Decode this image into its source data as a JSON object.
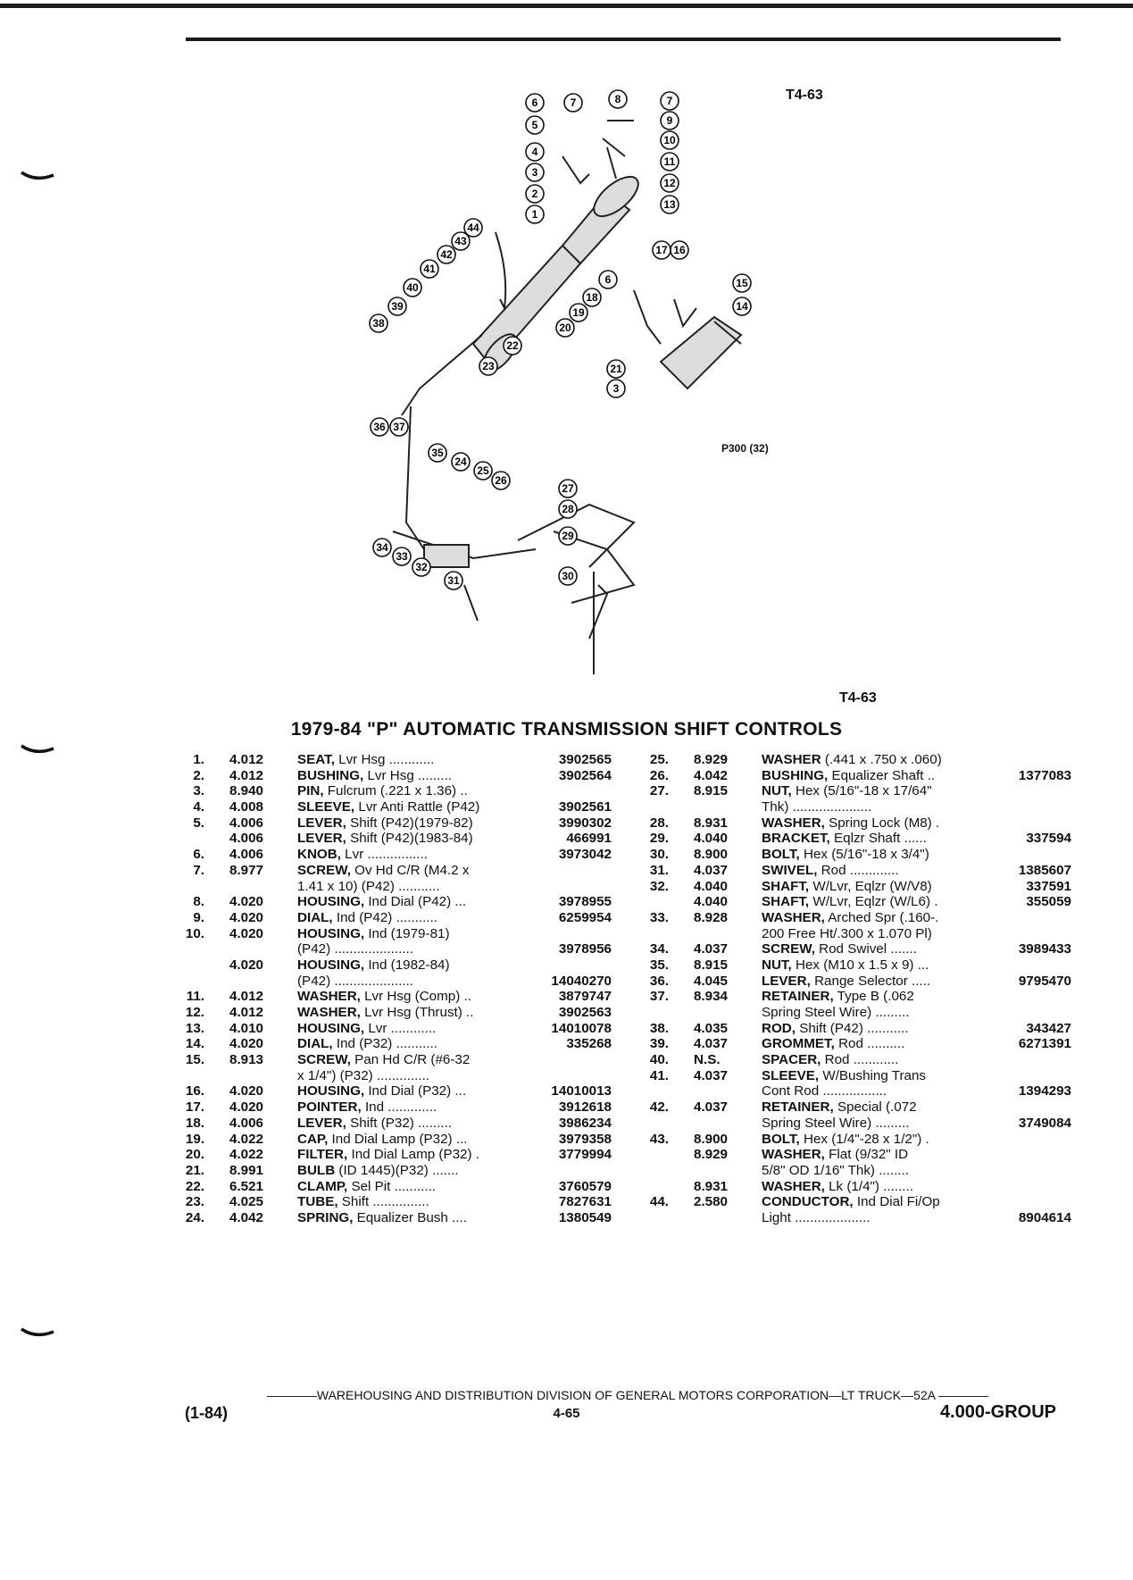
{
  "figure": {
    "label_top": "T4-63",
    "label_bottom": "T4-63",
    "sub_caption": "P300 (32)",
    "callouts": [
      "1",
      "2",
      "3",
      "4",
      "5",
      "6",
      "7",
      "7",
      "8",
      "9",
      "10",
      "11",
      "12",
      "13",
      "14",
      "15",
      "16",
      "17",
      "18",
      "19",
      "20",
      "21",
      "3",
      "6",
      "22",
      "23",
      "24",
      "25",
      "26",
      "27",
      "28",
      "29",
      "30",
      "31",
      "32",
      "33",
      "34",
      "35",
      "36",
      "37",
      "38",
      "39",
      "40",
      "41",
      "42",
      "43",
      "44"
    ]
  },
  "title": "1979-84 \"P\" AUTOMATIC TRANSMISSION SHIFT CONTROLS",
  "parts_left": [
    {
      "num": "1.",
      "group": "4.012",
      "name": "SEAT,",
      "detail": " Lvr Hsg ............",
      "pn": "3902565"
    },
    {
      "num": "2.",
      "group": "4.012",
      "name": "BUSHING,",
      "detail": " Lvr Hsg .........",
      "pn": "3902564"
    },
    {
      "num": "3.",
      "group": "8.940",
      "name": "PIN,",
      "detail": " Fulcrum (.221 x 1.36)  ..",
      "pn": ""
    },
    {
      "num": "4.",
      "group": "4.008",
      "name": "SLEEVE,",
      "detail": " Lvr Anti Rattle (P42)",
      "pn": "3902561"
    },
    {
      "num": "5.",
      "group": "4.006",
      "name": "LEVER,",
      "detail": " Shift (P42)(1979-82)",
      "pn": "3990302"
    },
    {
      "num": "",
      "group": "4.006",
      "name": "LEVER,",
      "detail": " Shift (P42)(1983-84)",
      "pn": "466991"
    },
    {
      "num": "6.",
      "group": "4.006",
      "name": "KNOB,",
      "detail": " Lvr ................",
      "pn": "3973042"
    },
    {
      "num": "7.",
      "group": "8.977",
      "name": "SCREW,",
      "detail": " Ov Hd C/R (M4.2 x",
      "pn": ""
    },
    {
      "num": "",
      "group": "",
      "name": "",
      "detail": "1.41 x 10) (P42) ...........",
      "pn": ""
    },
    {
      "num": "8.",
      "group": "4.020",
      "name": "HOUSING,",
      "detail": " Ind Dial (P42)  ...",
      "pn": "3978955"
    },
    {
      "num": "9.",
      "group": "4.020",
      "name": "DIAL,",
      "detail": " Ind (P42)  ...........",
      "pn": "6259954"
    },
    {
      "num": "10.",
      "group": "4.020",
      "name": "HOUSING,",
      "detail": " Ind (1979-81)",
      "pn": ""
    },
    {
      "num": "",
      "group": "",
      "name": "",
      "detail": "(P42)  .....................",
      "pn": "3978956"
    },
    {
      "num": "",
      "group": "4.020",
      "name": "HOUSING,",
      "detail": " Ind (1982-84)",
      "pn": ""
    },
    {
      "num": "",
      "group": "",
      "name": "",
      "detail": "(P42)  .....................",
      "pn": "14040270"
    },
    {
      "num": "11.",
      "group": "4.012",
      "name": "WASHER,",
      "detail": " Lvr Hsg (Comp)  ..",
      "pn": "3879747"
    },
    {
      "num": "12.",
      "group": "4.012",
      "name": "WASHER,",
      "detail": " Lvr Hsg (Thrust)  ..",
      "pn": "3902563"
    },
    {
      "num": "13.",
      "group": "4.010",
      "name": "HOUSING,",
      "detail": " Lvr  ............",
      "pn": "14010078"
    },
    {
      "num": "14.",
      "group": "4.020",
      "name": "DIAL,",
      "detail": " Ind (P32)  ...........",
      "pn": "335268"
    },
    {
      "num": "15.",
      "group": "8.913",
      "name": "SCREW,",
      "detail": " Pan Hd C/R (#6-32",
      "pn": ""
    },
    {
      "num": "",
      "group": "",
      "name": "",
      "detail": "x 1/4\") (P32) ..............",
      "pn": ""
    },
    {
      "num": "16.",
      "group": "4.020",
      "name": "HOUSING,",
      "detail": " Ind Dial (P32)  ...",
      "pn": "14010013"
    },
    {
      "num": "17.",
      "group": "4.020",
      "name": "POINTER,",
      "detail": " Ind  .............",
      "pn": "3912618"
    },
    {
      "num": "18.",
      "group": "4.006",
      "name": "LEVER,",
      "detail": " Shift (P32)  .........",
      "pn": "3986234"
    },
    {
      "num": "19.",
      "group": "4.022",
      "name": "CAP,",
      "detail": " Ind Dial Lamp (P32)  ...",
      "pn": "3979358"
    },
    {
      "num": "20.",
      "group": "4.022",
      "name": "FILTER,",
      "detail": " Ind Dial Lamp (P32)  .",
      "pn": "3779994"
    },
    {
      "num": "21.",
      "group": "8.991",
      "name": "BULB",
      "detail": " (ID 1445)(P32)  .......",
      "pn": ""
    },
    {
      "num": "22.",
      "group": "6.521",
      "name": "CLAMP,",
      "detail": " Sel Pit  ...........",
      "pn": "3760579"
    },
    {
      "num": "23.",
      "group": "4.025",
      "name": "TUBE,",
      "detail": " Shift  ...............",
      "pn": "7827631"
    },
    {
      "num": "24.",
      "group": "4.042",
      "name": "SPRING,",
      "detail": " Equalizer Bush  ....",
      "pn": "1380549"
    }
  ],
  "parts_right": [
    {
      "num": "25.",
      "group": "8.929",
      "name": "WASHER",
      "detail": " (.441 x .750 x .060)",
      "pn": ""
    },
    {
      "num": "26.",
      "group": "4.042",
      "name": "BUSHING,",
      "detail": " Equalizer Shaft  ..",
      "pn": "1377083"
    },
    {
      "num": "27.",
      "group": "8.915",
      "name": "NUT,",
      "detail": " Hex (5/16\"-18 x 17/64\"",
      "pn": ""
    },
    {
      "num": "",
      "group": "",
      "name": "",
      "detail": "Thk)  .....................",
      "pn": ""
    },
    {
      "num": "28.",
      "group": "8.931",
      "name": "WASHER,",
      "detail": " Spring Lock (M8)  .",
      "pn": ""
    },
    {
      "num": "29.",
      "group": "4.040",
      "name": "BRACKET,",
      "detail": " Eqlzr Shaft  ......",
      "pn": "337594"
    },
    {
      "num": "30.",
      "group": "8.900",
      "name": "BOLT,",
      "detail": " Hex (5/16\"-18 x 3/4\")",
      "pn": ""
    },
    {
      "num": "31.",
      "group": "4.037",
      "name": "SWIVEL,",
      "detail": " Rod  .............",
      "pn": "1385607"
    },
    {
      "num": "32.",
      "group": "4.040",
      "name": "SHAFT,",
      "detail": " W/Lvr, Eqlzr (W/V8)",
      "pn": "337591"
    },
    {
      "num": "",
      "group": "4.040",
      "name": "SHAFT,",
      "detail": " W/Lvr, Eqlzr (W/L6)  .",
      "pn": "355059"
    },
    {
      "num": "33.",
      "group": "8.928",
      "name": "WASHER,",
      "detail": " Arched Spr (.160-.",
      "pn": ""
    },
    {
      "num": "",
      "group": "",
      "name": "",
      "detail": "200 Free Ht/.300 x 1.070 Pl)",
      "pn": ""
    },
    {
      "num": "34.",
      "group": "4.037",
      "name": "SCREW,",
      "detail": " Rod Swivel  .......",
      "pn": "3989433"
    },
    {
      "num": "35.",
      "group": "8.915",
      "name": "NUT,",
      "detail": " Hex (M10 x 1.5 x 9)  ...",
      "pn": ""
    },
    {
      "num": "36.",
      "group": "4.045",
      "name": "LEVER,",
      "detail": " Range Selector  .....",
      "pn": "9795470"
    },
    {
      "num": "37.",
      "group": "8.934",
      "name": "RETAINER,",
      "detail": " Type B (.062",
      "pn": ""
    },
    {
      "num": "",
      "group": "",
      "name": "",
      "detail": "Spring Steel Wire)  .........",
      "pn": ""
    },
    {
      "num": "38.",
      "group": "4.035",
      "name": "ROD,",
      "detail": " Shift (P42)  ...........",
      "pn": "343427"
    },
    {
      "num": "39.",
      "group": "4.037",
      "name": "GROMMET,",
      "detail": " Rod  ..........",
      "pn": "6271391"
    },
    {
      "num": "40.",
      "group": "N.S.",
      "name": "SPACER,",
      "detail": " Rod  ............",
      "pn": ""
    },
    {
      "num": "41.",
      "group": "4.037",
      "name": "SLEEVE,",
      "detail": " W/Bushing Trans",
      "pn": ""
    },
    {
      "num": "",
      "group": "",
      "name": "",
      "detail": "Cont Rod  .................",
      "pn": "1394293"
    },
    {
      "num": "42.",
      "group": "4.037",
      "name": "RETAINER,",
      "detail": " Special (.072",
      "pn": ""
    },
    {
      "num": "",
      "group": "",
      "name": "",
      "detail": "Spring Steel Wire)  .........",
      "pn": "3749084"
    },
    {
      "num": "43.",
      "group": "8.900",
      "name": "BOLT,",
      "detail": " Hex (1/4\"-28 x 1/2\")  .",
      "pn": ""
    },
    {
      "num": "",
      "group": "8.929",
      "name": "WASHER,",
      "detail": " Flat (9/32\" ID",
      "pn": ""
    },
    {
      "num": "",
      "group": "",
      "name": "",
      "detail": "5/8\" OD 1/16\" Thk)  ........",
      "pn": ""
    },
    {
      "num": "",
      "group": "8.931",
      "name": "WASHER,",
      "detail": " Lk (1/4\")  ........",
      "pn": ""
    },
    {
      "num": "44.",
      "group": "2.580",
      "name": "CONDUCTOR,",
      "detail": " Ind Dial Fi/Op",
      "pn": ""
    },
    {
      "num": "",
      "group": "",
      "name": "",
      "detail": "Light  ....................",
      "pn": "8904614"
    }
  ],
  "footer": {
    "division_line": "————WAREHOUSING AND DISTRIBUTION DIVISION OF GENERAL MOTORS CORPORATION—LT TRUCK—52A ————",
    "date": "(1-84)",
    "page": "4-65",
    "group": "4.000-GROUP"
  }
}
